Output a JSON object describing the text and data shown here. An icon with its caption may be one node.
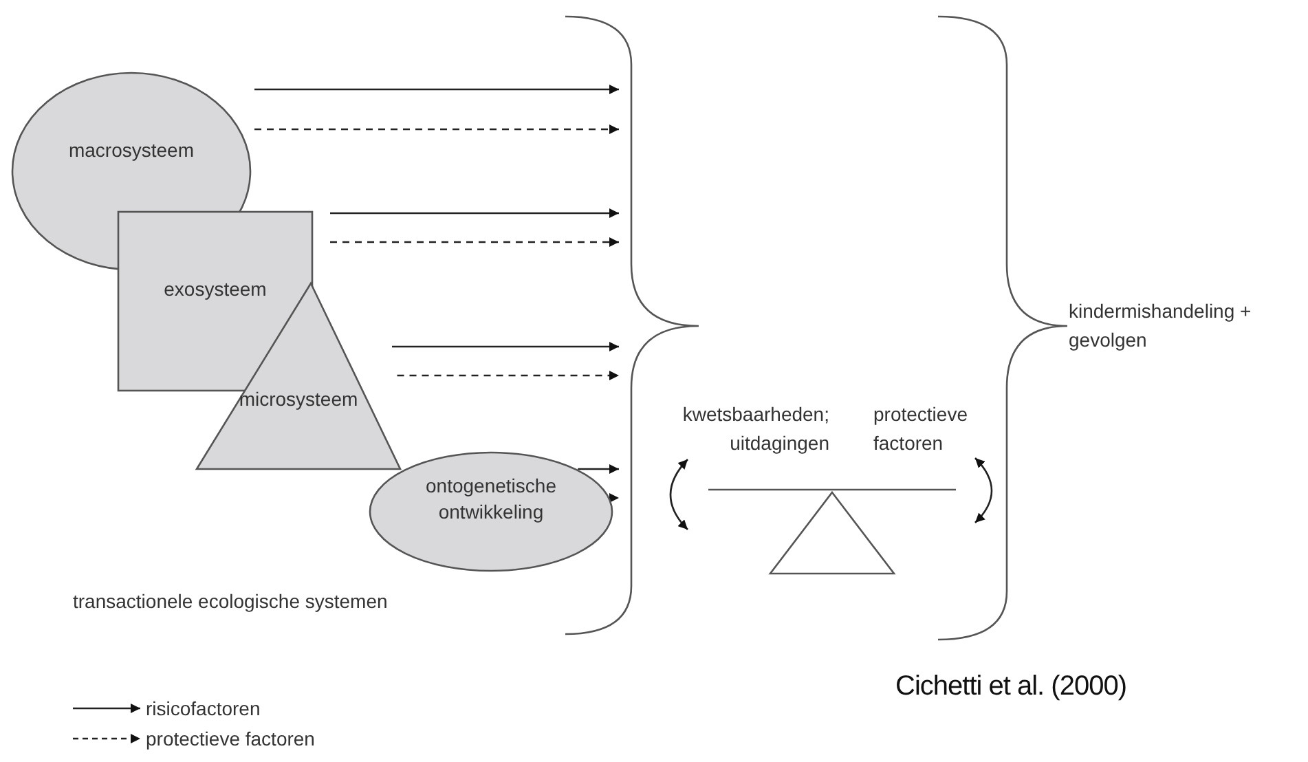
{
  "diagram": {
    "nodes": [
      {
        "text": [
          "macrosysteem"
        ]
      },
      {
        "text": [
          "exosysteem"
        ]
      },
      {
        "text": [
          "microsysteem"
        ]
      },
      {
        "text": [
          "ontogenetische ontwikkeling"
        ]
      },
      {
        "text": [],
        "shape": "brace"
      }
    ],
    "edges": [
      {
        "from": 0,
        "to": 4,
        "arrow": "to"
      },
      {
        "from": 0,
        "to": 4,
        "arrow": "to",
        "style": "dashed"
      },
      {
        "from": 1,
        "to": 4,
        "arrow": "to"
      },
      {
        "from": 1,
        "to": 4,
        "arrow": "to",
        "style": "dashed"
      },
      {
        "from": 2,
        "to": 4,
        "arrow": "to"
      },
      {
        "from": 2,
        "to": 4,
        "arrow": "to",
        "style": "dashed"
      },
      {
        "from": 3,
        "to": 4,
        "arrow": "to"
      },
      {
        "from": 3,
        "to": 4,
        "arrow": "to",
        "style": "dashed"
      }
    ],
    "labels": [
      "kindermishandeling + gevolgen",
      "kwetsbaarheden; uitdagingen",
      "protectieve factoren",
      "transactionele ecologische systemen",
      "Cichetti et al. (2000)"
    ],
    "legend": [
      {
        "text": "risicofactoren"
      },
      {
        "text": "protectieve factoren"
      }
    ]
  }
}
